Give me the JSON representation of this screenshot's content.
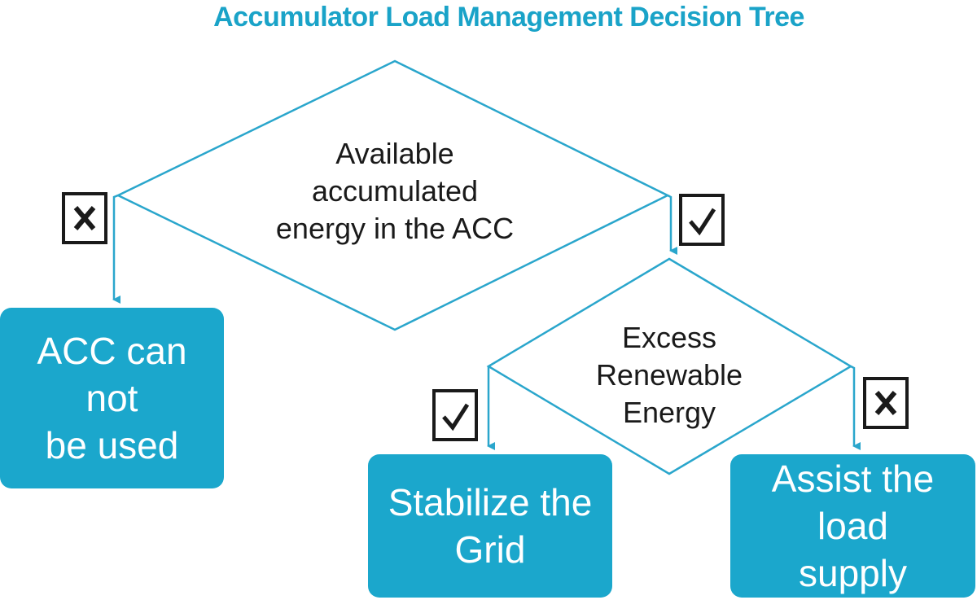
{
  "title": "Accumulator Load Management Decision Tree",
  "colors": {
    "accent": "#1ba7cc",
    "line": "#2aa6cc",
    "title": "#1aa3c8",
    "box_text": "#ffffff",
    "decision_text": "#1a1a1a",
    "icon": "#1a1a1a"
  },
  "decisions": {
    "available_energy": {
      "lines": [
        "Available",
        "accumulated",
        "energy in the ACC"
      ]
    },
    "excess_renewable": {
      "lines": [
        "Excess",
        "Renewable",
        "Energy"
      ]
    }
  },
  "outcomes": {
    "acc_not_used": {
      "lines": [
        "ACC can not",
        "be used"
      ]
    },
    "stabilize_grid": {
      "lines": [
        "Stabilize the",
        "Grid"
      ]
    },
    "assist_load": {
      "lines": [
        "Assist the load",
        "supply"
      ]
    }
  },
  "icons": {
    "no_branch_1": "x-mark-icon",
    "yes_branch_1": "check-mark-icon",
    "yes_branch_2": "check-mark-icon",
    "no_branch_2": "x-mark-icon"
  }
}
